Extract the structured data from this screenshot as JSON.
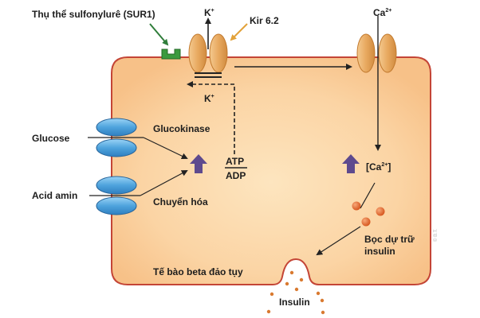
{
  "labels": {
    "sur1": "Thụ thể sulfonylurê (SUR1)",
    "k_top": "K",
    "k_top_sup": "+",
    "kir": "Kir 6.2",
    "ca_top": "Ca",
    "ca_top_sup": "2+",
    "k_bottom": "K",
    "k_bottom_sup": "+",
    "glucose": "Glucose",
    "glucokinase": "Glucokinase",
    "atp": "ATP",
    "adp": "ADP",
    "ca_conc_open": "[Ca",
    "ca_conc_sup": "2+",
    "ca_conc_close": "]",
    "acid_amin": "Acid amin",
    "chuyen_hoa": "Chuyển hóa",
    "boc_du_tru_line1": "Bọc dự trữ",
    "boc_du_tru_line2": "insulin",
    "te_bao": "Tế bào beta đảo tụy",
    "insulin": "Insulin",
    "watermark": "© B.T."
  },
  "colors": {
    "cell_fill_center": "#fde5bf",
    "cell_fill_edge": "#f8c48e",
    "cell_border": "#c44536",
    "channel": "#eab070",
    "channel_stroke": "#c27a2e",
    "transporter": "#5aa9e0",
    "transporter_stroke": "#27649a",
    "receptor": "#3a9a3e",
    "kir_arrow": "#e2a23a",
    "receptor_arrow": "#2f7d3a",
    "up_arrow": "#5e4a8e",
    "granule": "#e06a25",
    "dot": "#d97a30"
  }
}
